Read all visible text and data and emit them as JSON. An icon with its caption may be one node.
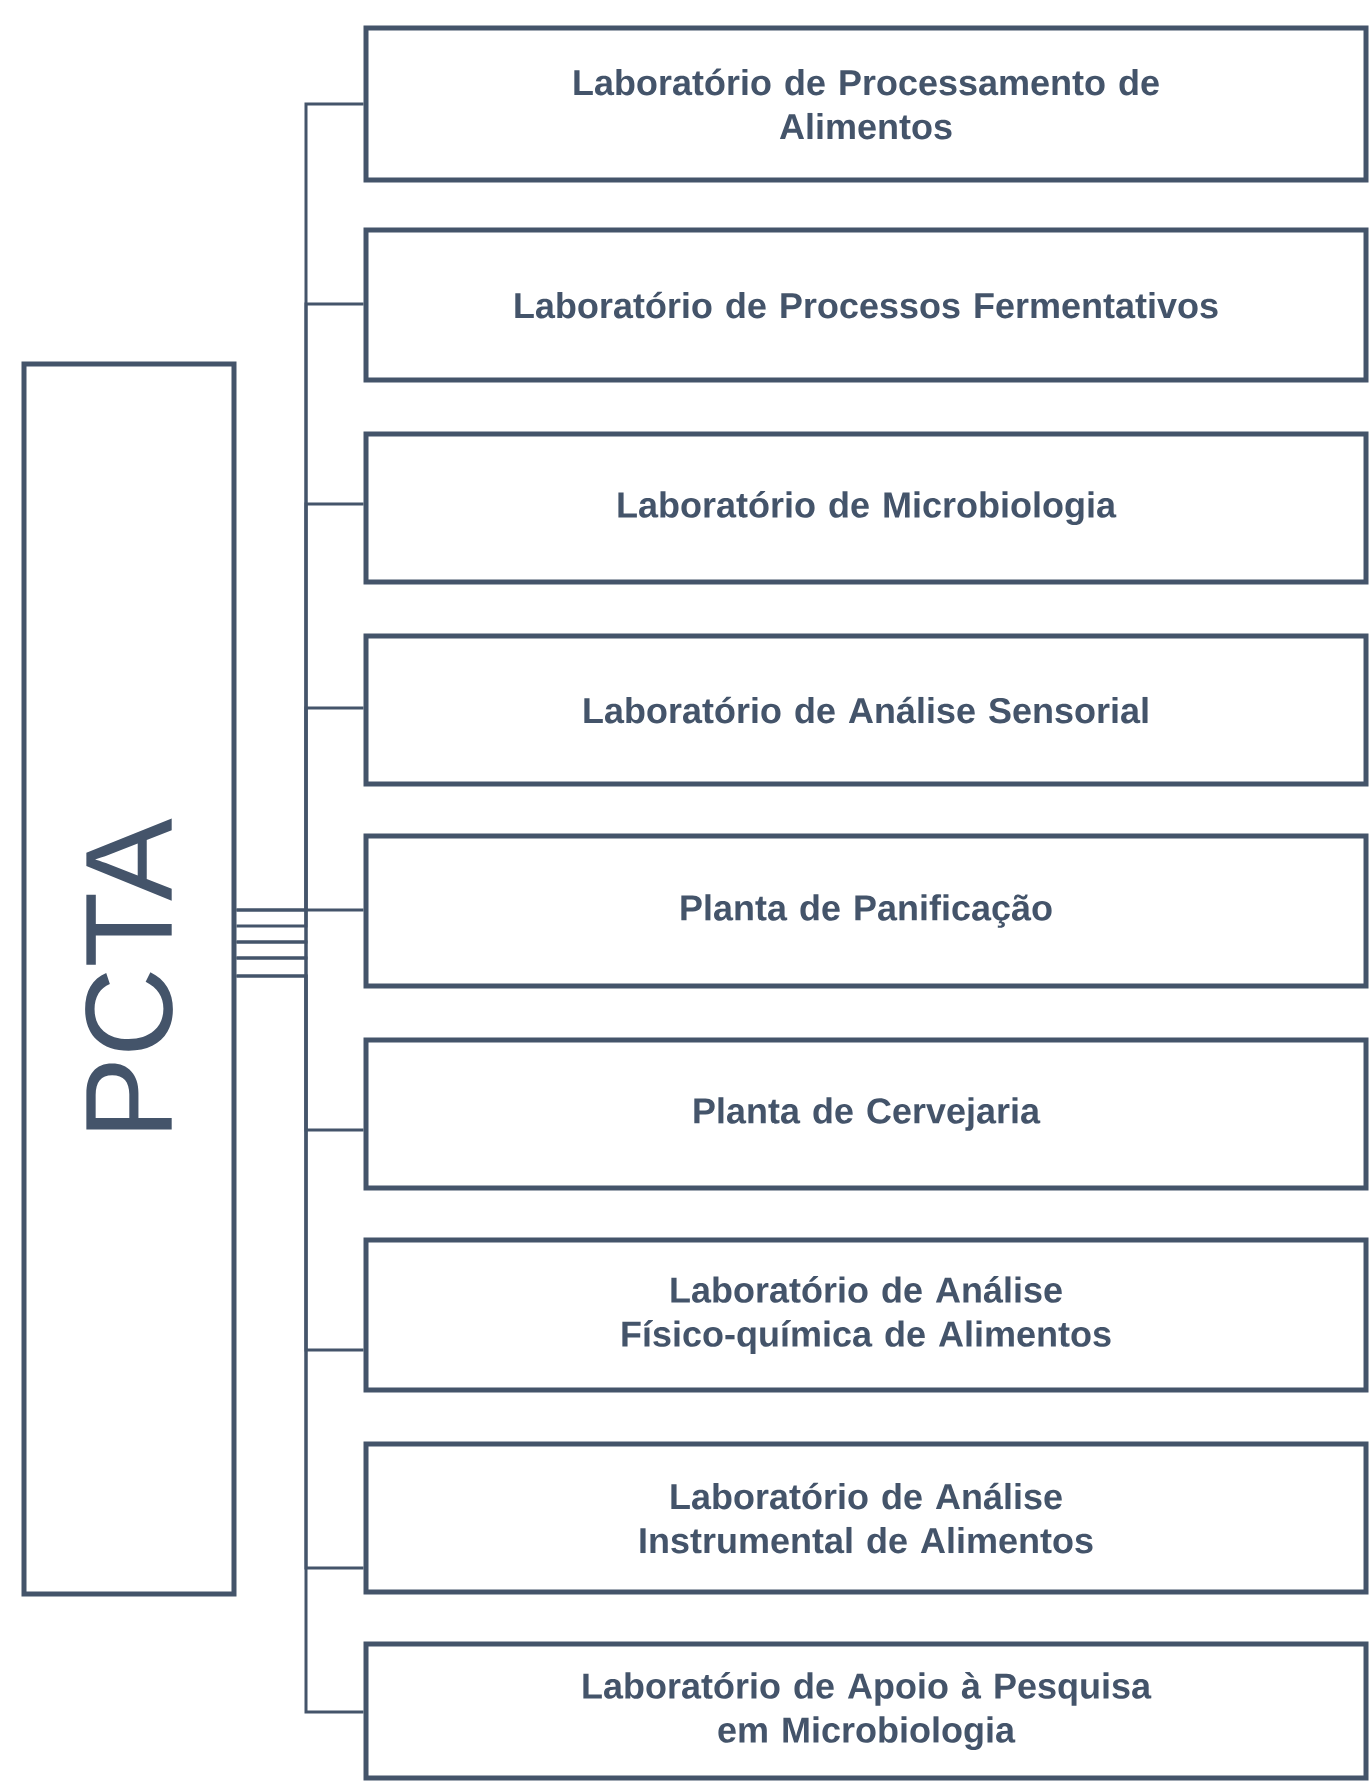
{
  "diagram": {
    "nodes": [
      {
        "text": [
          "PCTA"
        ]
      },
      {
        "text": [
          "Laboratório de Processamento de Alimentos"
        ]
      },
      {
        "text": [
          "Laboratório de Processos Fermentativos"
        ]
      },
      {
        "text": [
          "Laboratório de Microbiologia"
        ]
      },
      {
        "text": [
          "Laboratório de Análise Sensorial"
        ]
      },
      {
        "text": [
          "Planta de Panificação"
        ]
      },
      {
        "text": [
          "Planta de Cervejaria"
        ]
      },
      {
        "text": [
          "Laboratório de Análise Físico-química de Alimentos"
        ]
      },
      {
        "text": [
          "Laboratório de Análise Instrumental de Alimentos"
        ]
      },
      {
        "text": [
          "Laboratório de Apoio à Pesquisa em Microbiologia"
        ]
      }
    ],
    "edges": [
      {
        "from": 0,
        "to": 1,
        "arrow": "none"
      },
      {
        "from": 0,
        "to": 2,
        "arrow": "none"
      },
      {
        "from": 0,
        "to": 3,
        "arrow": "none"
      },
      {
        "from": 0,
        "to": 4,
        "arrow": "none"
      },
      {
        "from": 0,
        "to": 5,
        "arrow": "none"
      },
      {
        "from": 0,
        "to": 6,
        "arrow": "none"
      },
      {
        "from": 0,
        "to": 7,
        "arrow": "none"
      },
      {
        "from": 0,
        "to": 8,
        "arrow": "none"
      },
      {
        "from": 0,
        "to": 9,
        "arrow": "none"
      }
    ]
  }
}
